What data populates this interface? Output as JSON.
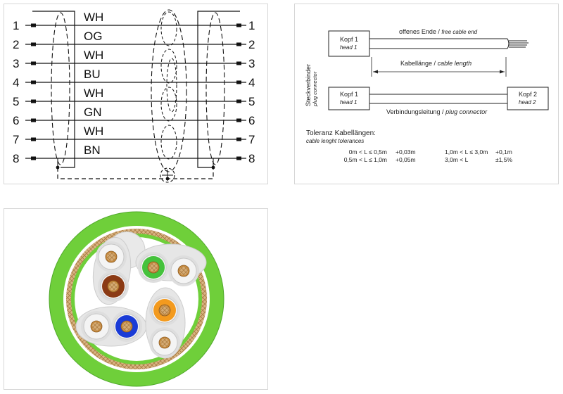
{
  "wiring": {
    "pins": [
      "1",
      "2",
      "3",
      "4",
      "5",
      "6",
      "7",
      "8"
    ],
    "colors": [
      "WH",
      "OG",
      "WH",
      "BU",
      "WH",
      "GN",
      "WH",
      "BN"
    ]
  },
  "dims": {
    "free_end_de": "offenes Ende /",
    "free_end_en": "free cable end",
    "head1_de": "Kopf 1",
    "head1_en": "head 1",
    "head2_de": "Kopf 2",
    "head2_en": "head 2",
    "cable_length_de": "Kabellänge /",
    "cable_length_en": "cable length",
    "plug_de": "Verbindungsleitung /",
    "plug_en": "plug connector",
    "side_de": "Steckverbinder",
    "side_en": "plug connector",
    "tol_title_de": "Toleranz Kabellängen:",
    "tol_title_en": "cable lenght tolerances",
    "tolerances": [
      {
        "range": "0m < L ≤ 0,5m",
        "value": "+0,03m"
      },
      {
        "range": "0,5m < L ≤ 1,0m",
        "value": "+0,05m"
      },
      {
        "range": "1,0m < L ≤ 3,0m",
        "value": "+0,1m"
      },
      {
        "range": "3,0m < L",
        "value": "±1,5%"
      }
    ]
  },
  "section": {
    "colors": {
      "jacket": "#6fcf3a",
      "shield": "#d9b483",
      "brown": "#8b3a14",
      "green": "#45c23c",
      "blue": "#1a3bd6",
      "orange": "#f39a1e",
      "white": "#f4f4f4",
      "copper": "#c78a3d"
    }
  }
}
